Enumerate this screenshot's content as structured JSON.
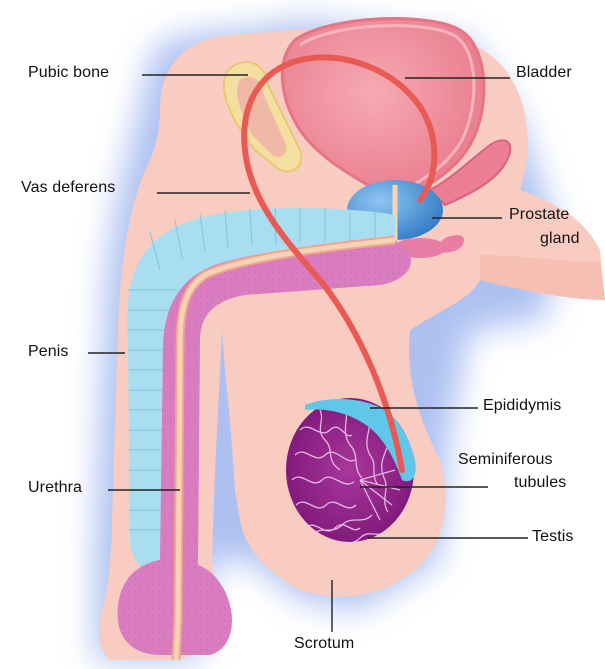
{
  "labels": {
    "pubic_bone": "Pubic bone",
    "bladder": "Bladder",
    "vas_deferens": "Vas deferens",
    "prostate_line1": "Prostate",
    "prostate_line2": "gland",
    "penis": "Penis",
    "epididymis": "Epididymis",
    "seminiferous_line1": "Seminiferous",
    "seminiferous_line2": "tubules",
    "urethra": "Urethra",
    "testis": "Testis",
    "scrotum": "Scrotum"
  },
  "colors": {
    "background": "#ffffff",
    "halo": "#9fb6ee",
    "skin": "#f9ccc2",
    "skin_dark": "#f2a99b",
    "bladder": "#f08c9a",
    "vas": "#ea5a54",
    "prostate": "#3e8fd4",
    "tissue_pink": "#d97cc0",
    "spongy_blue": "#a9ddf0",
    "testis": "#8f1f8a",
    "epididymis": "#5fc7ea",
    "urethra": "#f5d3b6",
    "pubic_bone": "#f3dfa0",
    "leader": "#222222"
  }
}
